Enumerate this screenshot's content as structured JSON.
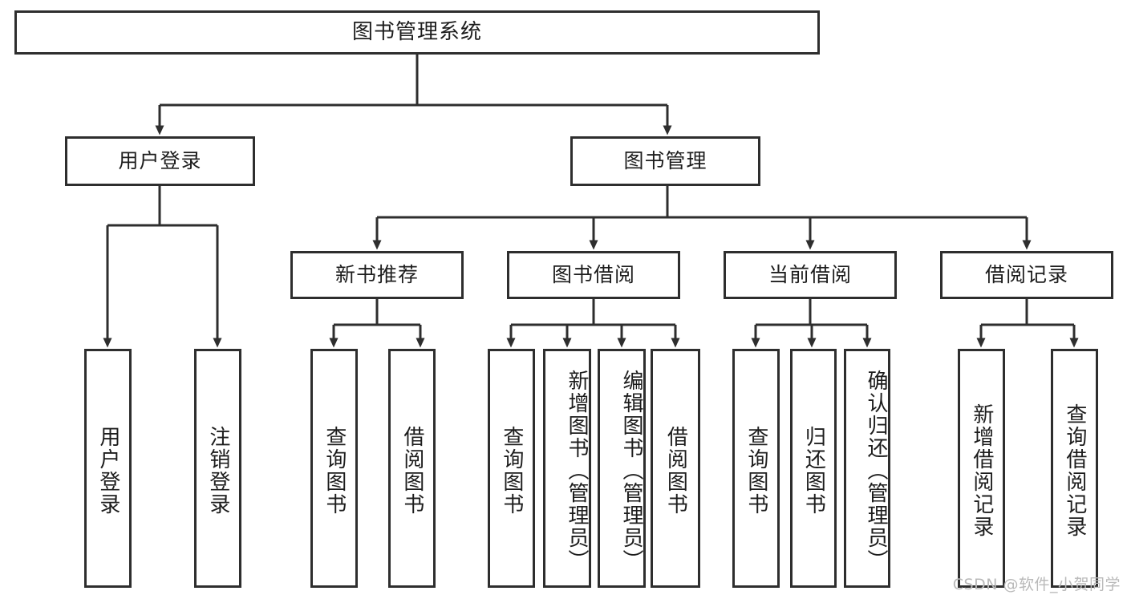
{
  "diagram": {
    "type": "tree-hierarchy",
    "title": "图书管理系统",
    "root": {
      "id": "root",
      "label": "图书管理系统"
    },
    "level2": [
      {
        "id": "user-login",
        "label": "用户登录"
      },
      {
        "id": "book-manage",
        "label": "图书管理"
      }
    ],
    "level3": [
      {
        "id": "new-book-recommend",
        "label": "新书推荐",
        "parent": "book-manage"
      },
      {
        "id": "book-borrow",
        "label": "图书借阅",
        "parent": "book-manage"
      },
      {
        "id": "current-borrow",
        "label": "当前借阅",
        "parent": "book-manage"
      },
      {
        "id": "borrow-record",
        "label": "借阅记录",
        "parent": "book-manage"
      }
    ],
    "leaves": [
      {
        "id": "leaf-user-login",
        "label": "用户登录",
        "parent": "user-login"
      },
      {
        "id": "leaf-logout-login",
        "label": "注销登录",
        "parent": "user-login"
      },
      {
        "id": "leaf-query-book-1",
        "label": "查询图书",
        "parent": "new-book-recommend"
      },
      {
        "id": "leaf-borrow-book-1",
        "label": "借阅图书",
        "parent": "new-book-recommend"
      },
      {
        "id": "leaf-query-book-2",
        "label": "查询图书",
        "parent": "book-borrow"
      },
      {
        "id": "leaf-add-book",
        "label": "新增图书（管理员）",
        "parent": "book-borrow"
      },
      {
        "id": "leaf-edit-book",
        "label": "编辑图书（管理员）",
        "parent": "book-borrow"
      },
      {
        "id": "leaf-borrow-book-2",
        "label": "借阅图书",
        "parent": "book-borrow"
      },
      {
        "id": "leaf-query-book-3",
        "label": "查询图书",
        "parent": "current-borrow"
      },
      {
        "id": "leaf-return-book",
        "label": "归还图书",
        "parent": "current-borrow"
      },
      {
        "id": "leaf-confirm-return",
        "label": "确认归还（管理员）",
        "parent": "current-borrow"
      },
      {
        "id": "leaf-add-record",
        "label": "新增借阅记录",
        "parent": "borrow-record"
      },
      {
        "id": "leaf-query-record",
        "label": "查询借阅记录",
        "parent": "borrow-record"
      }
    ],
    "colors": {
      "stroke": "#2e2e2e",
      "fill": "#ffffff",
      "text": "#1d1d1d",
      "watermark": "#b9b9b9"
    }
  },
  "watermark": {
    "text": "CSDN @软件_小贺同学"
  }
}
